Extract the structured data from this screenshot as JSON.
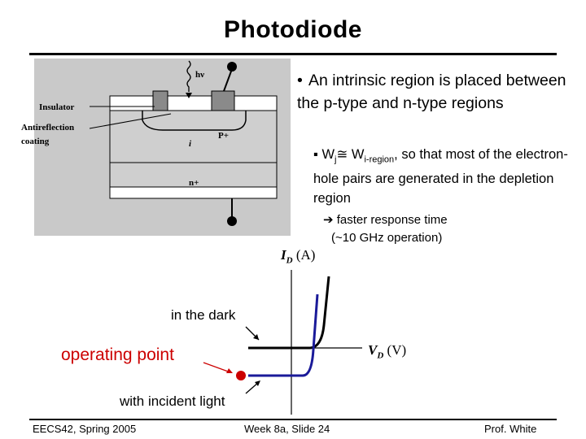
{
  "title": "Photodiode",
  "bullet": "An intrinsic region is placed between the p-type and n-type regions",
  "sub_bullet": {
    "w_main": "W",
    "w_sub": "j",
    "approx": "≅",
    "w2_main": "W",
    "w2_sub": "i-region",
    "rest": ", so that most of the electron-hole pairs are generated in the depletion region"
  },
  "arrow_note": {
    "line1": "faster response time",
    "line2": "(~10 GHz operation)"
  },
  "diagram_labels": {
    "hv": "hν",
    "insulator": "Insulator",
    "antireflection": "Antireflection",
    "coating": "coating",
    "p_plus": "P+",
    "i": "i",
    "n_plus": "n+"
  },
  "iv_labels": {
    "in_dark": "in the dark",
    "with_light": "with incident light",
    "operating_point": "operating point",
    "id_axis": "I",
    "id_sub": "D",
    "id_unit": " (A)",
    "vd_axis": "V",
    "vd_sub": "D",
    "vd_unit": " (V)"
  },
  "footer": {
    "left": "EECS42, Spring 2005",
    "center": "Week 8a, Slide 24",
    "right": "Prof. White"
  },
  "colors": {
    "operating_point": "#cc0000",
    "dark_curve": "#000000",
    "light_curve": "#1a1a99"
  }
}
